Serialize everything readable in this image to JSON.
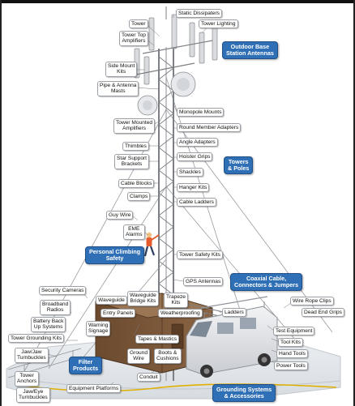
{
  "labels": {
    "tower": "Tower",
    "static_dissipaters": "Static Dissipaters",
    "tower_lighting": "Tower Lighting",
    "tower_top_amplifiers": "Tower Top\nAmplifiers",
    "side_mount_kits": "Side Mount\nKits",
    "pipe_antenna_masts": "Pipe & Antenna\nMasts",
    "monopole_mounts": "Monopole Mounts",
    "tower_mounted_amplifiers": "Tower Mounted\nAmplifiers",
    "round_member_adapters": "Round Member Adapters",
    "thimbles": "Thimbles",
    "angle_adapters": "Angle Adapters",
    "star_support_brackets": "Star Support\nBrackets",
    "hoister_grips": "Hoister Grips",
    "shackles": "Shackles",
    "cable_blocks": "Cable Blocks",
    "hanger_kits": "Hanger Kits",
    "clamps": "Clamps",
    "cable_ladders": "Cable Ladders",
    "guy_wire": "Guy Wire",
    "eme_alarms": "EME\nAlarms",
    "tower_safety_kits": "Tower Safety Kits",
    "gps_antennas": "GPS Antennas",
    "security_cameras": "Security Cameras",
    "broadband_radios": "Broadband\nRadios",
    "waveguide": "Waveguide",
    "waveguide_bridge_kits": "Waveguide\nBridge Kits",
    "trapeze_kits": "Trapeze\nKits",
    "entry_panels": "Entry Panels",
    "weatherproofing": "Weatherproofing",
    "ladders": "Ladders",
    "battery_backup": "Battery Back\nUp Systems",
    "warning_signage": "Warning\nSignage",
    "tower_grounding_kits": "Tower Grounding Kits",
    "tapes_mastics": "Tapes & Mastics",
    "jaw_jaw_turnbuckles": "Jaw/Jaw\nTurnbuckles",
    "ground_wire": "Ground\nWire",
    "boots_cushions": "Boots &\nCushions",
    "test_equipment": "Test Equipment",
    "tool_kits": "Tool Kits",
    "hand_tools": "Hand Tools",
    "power_tools": "Power Tools",
    "wire_rope_clips": "Wire Rope Clips",
    "dead_end_grips": "Dead End Grips",
    "tower_anchors": "Tower\nAnchors",
    "jaw_eye_turnbuckles": "Jaw/Eye\nTurnbuckles",
    "equipment_platforms": "Equipment Platforms",
    "conduit": "Conduit"
  },
  "categories": {
    "outdoor_base_station_antennas": "Outdoor Base\nStation Antennas",
    "towers_poles": "Towers\n& Poles",
    "personal_climbing_safety": "Personal Climbing\nSafety",
    "coaxial_cable": "Coaxial Cable,\nConnectors & Jumpers",
    "filter_products": "Filter\nProducts",
    "grounding_systems": "Grounding Systems\n& Accessories"
  },
  "colors": {
    "category_blue": "#2f6fb5",
    "label_border": "#9aa0a6",
    "tower_gray": "#8d8f91"
  }
}
